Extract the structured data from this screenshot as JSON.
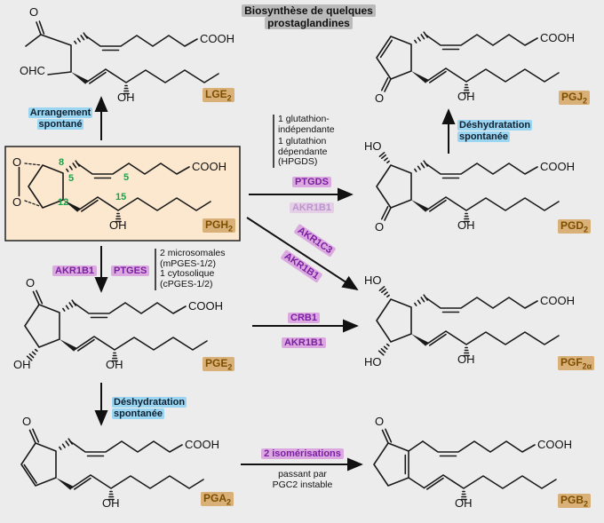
{
  "title": {
    "line1": "Biosynthèse de quelques",
    "line2": "prostaglandines"
  },
  "colors": {
    "background": "#ececec",
    "bond": "#1a1a1a",
    "box_bg": "#fce8cf",
    "box_border": "#222222",
    "title_bg": "#bababa",
    "tag_bg": "#d9b077",
    "tag_text": "#7d4e00",
    "enzyme_bg": "#dba9e0",
    "enzyme_text": "#7b1fa2",
    "blue_bg": "#9ad6f2",
    "blue_text": "#102030",
    "green_number": "#1aa34a"
  },
  "molecules": {
    "lge2": {
      "name": "LGE",
      "subscript": "2",
      "atom_o": "O",
      "atom_ohc": "OHC",
      "atom_cooh": "COOH",
      "atom_oh": "OH"
    },
    "pgj2": {
      "name": "PGJ",
      "subscript": "2",
      "atom_o": "O",
      "atom_cooh": "COOH",
      "atom_oh": "OH"
    },
    "pgh2": {
      "name": "PGH",
      "subscript": "2",
      "atom_o_top": "O",
      "atom_o_bottom": "O",
      "atom_cooh": "COOH",
      "atom_oh": "OH",
      "num_c8": "8",
      "num_c5_ring": "5",
      "num_c5_chain": "5",
      "num_c12": "12",
      "num_c15": "15"
    },
    "pgd2": {
      "name": "PGD",
      "subscript": "2",
      "atom_ho": "HO",
      "atom_o": "O",
      "atom_cooh": "COOH",
      "atom_oh": "OH"
    },
    "pge2": {
      "name": "PGE",
      "subscript": "2",
      "atom_o": "O",
      "atom_oh_ring": "OH",
      "atom_cooh": "COOH",
      "atom_oh": "OH"
    },
    "pgf2a": {
      "name": "PGF",
      "subscript": "2α",
      "atom_ho_top": "HO",
      "atom_ho_bottom": "HO",
      "atom_cooh": "COOH",
      "atom_oh": "OH"
    },
    "pga2": {
      "name": "PGA",
      "subscript": "2",
      "atom_o": "O",
      "atom_cooh": "COOH",
      "atom_oh": "OH"
    },
    "pgb2": {
      "name": "PGB",
      "subscript": "2",
      "atom_o": "O",
      "atom_cooh": "COOH",
      "atom_oh": "OH"
    }
  },
  "reactions": {
    "pgh2_to_lge2": {
      "line1": "Arrangement",
      "line2": "spontané"
    },
    "pgh2_to_pgd2": {
      "note1": "1 glutathion-",
      "note2": "indépendante",
      "note3": "1 glutathion",
      "note4": "dépendante",
      "note5": "(HPGDS)",
      "enzyme": "PTGDS",
      "enzyme_faded": "AKR1B1"
    },
    "pgh2_to_pgf2a": {
      "enzyme1": "AKR1C3",
      "enzyme2": "AKR1B1"
    },
    "pgh2_to_pge2": {
      "enzyme1": "AKR1B1",
      "enzyme2": "PTGES",
      "note1": "2 microsomales",
      "note2": "(mPGES-1/2)",
      "note3": "1 cytosolique",
      "note4": "(cPGES-1/2)"
    },
    "pge2_to_pgf2a": {
      "enzyme1": "CRB1",
      "enzyme2": "AKR1B1"
    },
    "pge2_to_pga2": {
      "line1": "Déshydratation",
      "line2": "spontanée"
    },
    "pga2_to_pgb2": {
      "enzyme": "2 isomérisations",
      "note1": "passant par",
      "note2": "PGC2 instable"
    },
    "pgd2_to_pgj2": {
      "line1": "Déshydratation",
      "line2": "spontanée"
    }
  }
}
